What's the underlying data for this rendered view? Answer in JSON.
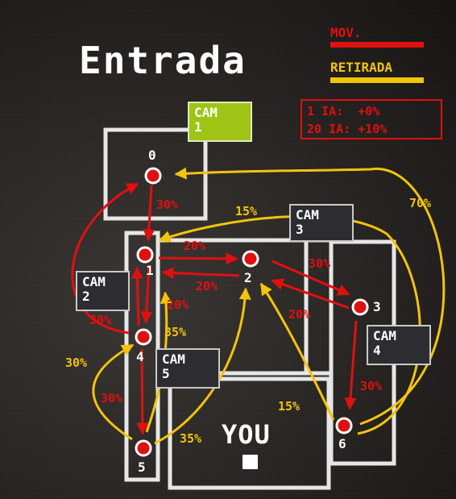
{
  "title": "Entrada",
  "legend": {
    "mov_label": "MOV.",
    "mov_color": "#e01010",
    "retirada_label": "RETIRADA",
    "retirada_color": "#f2c40c"
  },
  "ai_box": {
    "line1": "1 IA:  +0%",
    "line2": "20 IA: +10%"
  },
  "cameras": [
    {
      "id": "cam1",
      "label": "CAM\n1",
      "active": true
    },
    {
      "id": "cam2",
      "label": "CAM\n2",
      "active": false
    },
    {
      "id": "cam3",
      "label": "CAM\n3",
      "active": false
    },
    {
      "id": "cam4",
      "label": "CAM\n4",
      "active": false
    },
    {
      "id": "cam5",
      "label": "CAM\n5",
      "active": false
    }
  ],
  "nodes": [
    "0",
    "1",
    "2",
    "3",
    "4",
    "5",
    "6"
  ],
  "percentages": {
    "p0_1": "30%",
    "p1_2": "20%",
    "p2_1": "20%",
    "p1_4": "20%",
    "p4_1_back": "35%",
    "p2_3": "30%",
    "p3_2": "20%",
    "p4_0": "30%",
    "p4_5": "30%",
    "p5_4_ret": "30%",
    "p5_2_ret": "35%",
    "p3_6": "30%",
    "p6_2_ret": "15%",
    "p_top_ret": "15%",
    "p6_0_ret": "70%"
  },
  "you_label": "YOU"
}
